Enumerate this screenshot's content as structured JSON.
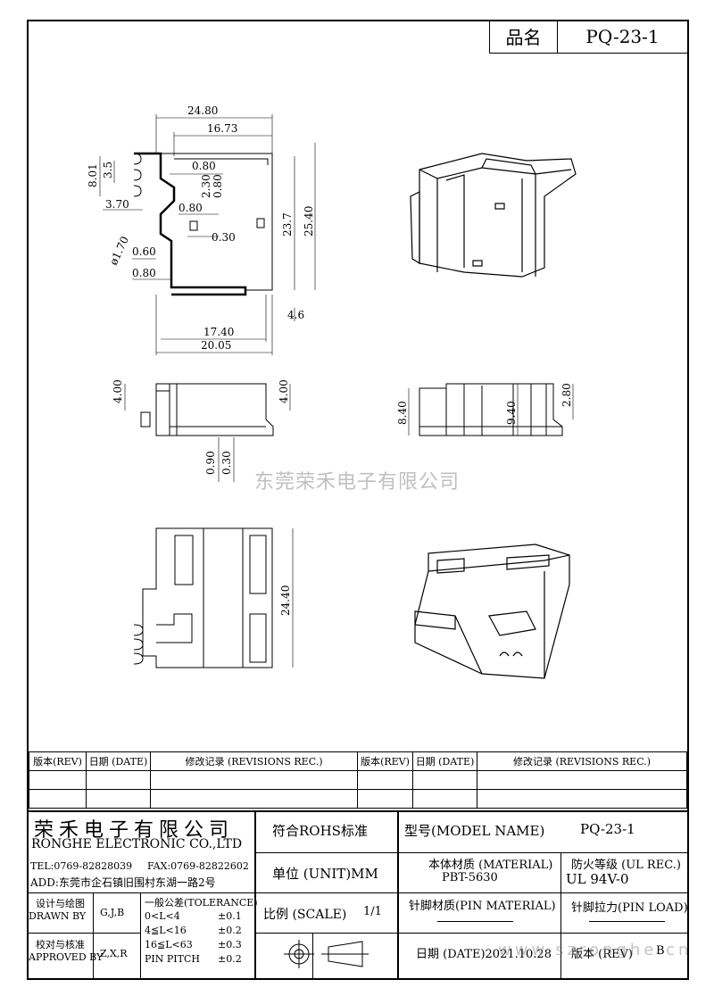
{
  "header": {
    "name_label": "品名",
    "name_value": "PQ-23-1"
  },
  "watermark": "东莞荣禾电子有限公司",
  "dims": {
    "top_view": [
      "24.80",
      "16.73",
      "8.01",
      "3.5",
      "0.80",
      "2.30",
      "0.80",
      "3.70",
      "0.80",
      "0.30",
      "ø1.70",
      "0.60",
      "0.80",
      "23.7",
      "25.40",
      "4.6",
      "17.40",
      "20.05"
    ],
    "side_view_left": [
      "4.00",
      "4.00",
      "0.90",
      "0.30"
    ],
    "side_view_right": [
      "8.40",
      "9.40",
      "2.80"
    ],
    "front_view": [
      "24.40"
    ]
  },
  "revisions": {
    "headers": [
      "版本(REV)",
      "日期 (DATE)",
      "修改记录 (REVISIONS REC.)",
      "版本(REV)",
      "日期 (DATE)",
      "修改记录 (REVISIONS REC.)"
    ]
  },
  "title_block": {
    "company_cn": "荣禾电子有限公司",
    "company_en": "RONGHE ELECTRONIC CO.,LTD",
    "tel": "TEL:0769-82828039",
    "fax": "FAX:0769-82822602",
    "address": "ADD:东莞市企石镇旧围村东湖一路2号",
    "rohs": "符合ROHS标准",
    "model_label": "型号(MODEL NAME)",
    "model_value": "PQ-23-1",
    "unit": "单位 (UNIT)MM",
    "material_label": "本体材质 (MATERIAL)",
    "material_value": "PBT-5630",
    "ul_label": "防火等级 (UL REC.)",
    "ul_value": "UL 94V-0",
    "designer_label": "设计与绘图",
    "drawn_by": "DRAWN BY",
    "drawn_value": "G,J,B",
    "checker_label": "校对与核准",
    "approved_by": "APPROVED BY",
    "approved_value": "Z,X,R",
    "tolerance_title": "一般公差(TOLERANCE)",
    "tolerances": [
      {
        "range": "0<L<4",
        "value": "±0.1"
      },
      {
        "range": "4≦L<16",
        "value": "±0.2"
      },
      {
        "range": "16≦L<63",
        "value": "±0.3"
      },
      {
        "range": "PIN PITCH",
        "value": "±0.2"
      }
    ],
    "scale_label": "比例 (SCALE)",
    "scale_value": "1/1",
    "pin_material_label": "针脚材质(PIN MATERIAL)",
    "pin_load_label": "针脚拉力(PIN LOAD)",
    "date_label": "日期 (DATE)2021.10.28",
    "rev_label": "版本 (REV)",
    "rev_value": "B",
    "site_watermark": "www.szronghe.cn"
  }
}
